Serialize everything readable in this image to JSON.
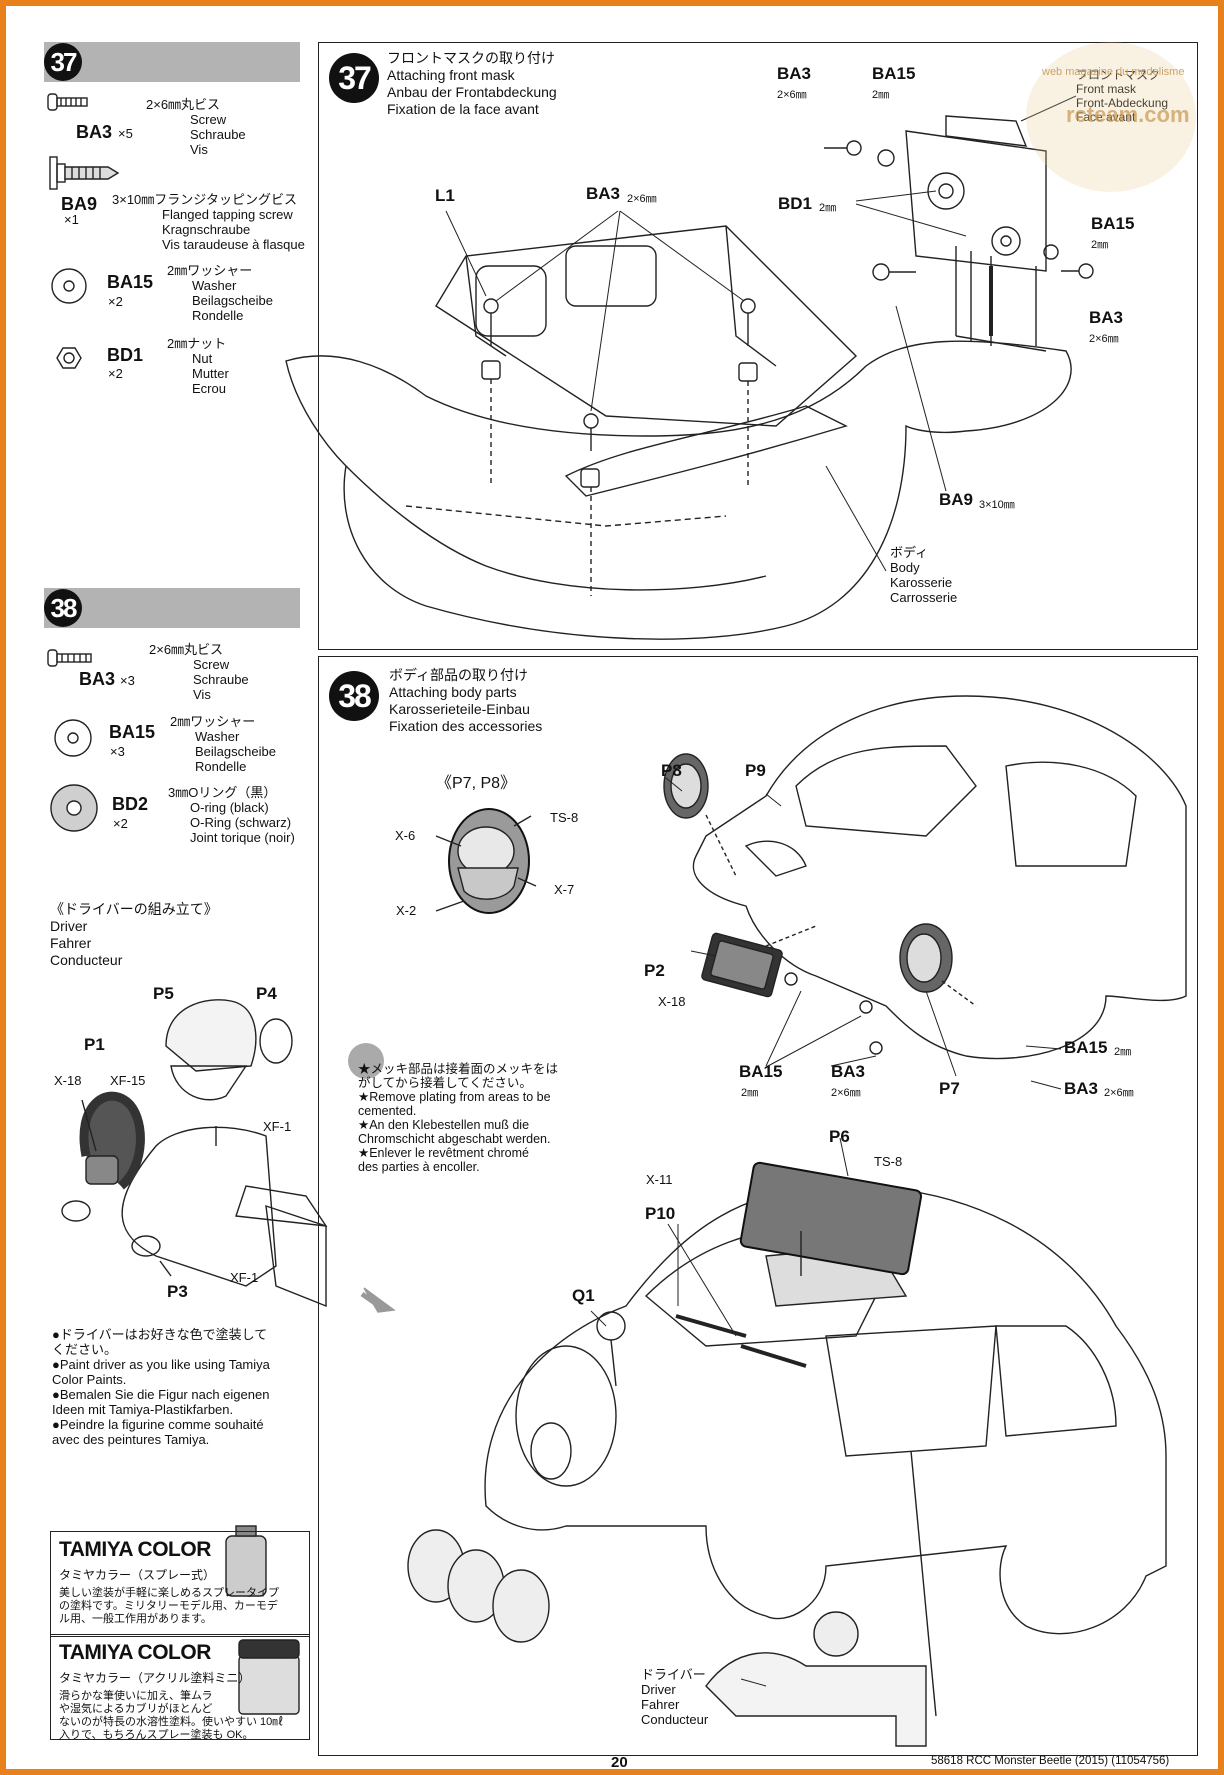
{
  "watermark": {
    "line1": "web magazine du modelisme",
    "line2": "rcteam.com"
  },
  "step37": {
    "number": "37",
    "title": {
      "jp": "フロントマスクの取り付け",
      "en": "Attaching front mask",
      "de": "Anbau der Frontabdeckung",
      "fr": "Fixation de la face avant"
    },
    "parts": [
      {
        "code": "BA3",
        "qty": "×5",
        "desc": [
          "2×6㎜丸ビス",
          "Screw",
          "Schraube",
          "Vis"
        ]
      },
      {
        "code": "BA9",
        "qty": "×1",
        "desc": [
          "3×10㎜フランジタッピングビス",
          "Flanged tapping screw",
          "Kragnschraube",
          "Vis taraudeuse à flasque"
        ]
      },
      {
        "code": "BA15",
        "qty": "×2",
        "desc": [
          "2㎜ワッシャー",
          "Washer",
          "Beilagscheibe",
          "Rondelle"
        ]
      },
      {
        "code": "BD1",
        "qty": "×2",
        "desc": [
          "2㎜ナット",
          "Nut",
          "Mutter",
          "Ecrou"
        ]
      }
    ],
    "labels": {
      "l1": "L1",
      "ba3_center": "BA3",
      "ba3_center_size": "2×6㎜",
      "ba3_top": "BA3",
      "ba3_top_size": "2×6㎜",
      "ba15_top": "BA15",
      "ba15_top_size": "2㎜",
      "bd1": "BD1",
      "bd1_size": "2㎜",
      "ba15_right": "BA15",
      "ba15_right_size": "2㎜",
      "ba3_right": "BA3",
      "ba3_right_size": "2×6㎜",
      "ba9": "BA9",
      "ba9_size": "3×10㎜",
      "body": [
        "ボディ",
        "Body",
        "Karosserie",
        "Carrosserie"
      ],
      "front_mask": [
        "フロントマスク",
        "Front mask",
        "Front-Abdeckung",
        "Face avant"
      ]
    }
  },
  "step38": {
    "number": "38",
    "title": {
      "jp": "ボディ部品の取り付け",
      "en": "Attaching body parts",
      "de": "Karosserieteile-Einbau",
      "fr": "Fixation des accessories"
    },
    "parts": [
      {
        "code": "BA3",
        "qty": "×3",
        "desc": [
          "2×6㎜丸ビス",
          "Screw",
          "Schraube",
          "Vis"
        ]
      },
      {
        "code": "BA15",
        "qty": "×3",
        "desc": [
          "2㎜ワッシャー",
          "Washer",
          "Beilagscheibe",
          "Rondelle"
        ]
      },
      {
        "code": "BD2",
        "qty": "×2",
        "desc": [
          "3㎜Oリング（黒）",
          "O-ring (black)",
          "O-Ring (schwarz)",
          "Joint torique (noir)"
        ]
      }
    ],
    "driver": {
      "heading": [
        "《ドライバーの組み立て》",
        "Driver",
        "Fahrer",
        "Conducteur"
      ],
      "labels": {
        "p5": "P5",
        "p4": "P4",
        "p1": "P1",
        "x18": "X-18",
        "xf15": "XF-15",
        "xf1a": "XF-1",
        "p3": "P3",
        "xf1b": "XF-1"
      }
    },
    "paint_note": [
      "●ドライバーはお好きな色で塗装して",
      "ください。",
      "●Paint driver as you like using Tamiya",
      "Color Paints.",
      "●Bemalen Sie die Figur nach eigenen",
      "Ideen mit Tamiya-Plastikfarben.",
      "●Peindre la figurine comme souhaité",
      "avec des peintures Tamiya."
    ],
    "lens": {
      "heading": "《P7, P8》",
      "ts8": "TS-8",
      "x6": "X-6",
      "x7": "X-7",
      "x2": "X-2"
    },
    "plating_note": [
      "★メッキ部品は接着面のメッキをは",
      "がしてから接着してください。",
      "★Remove plating from areas to be",
      "cemented.",
      "★An den Klebestellen muß die",
      "Chromschicht abgeschabt werden.",
      "★Enlever le revêtment chromé",
      "des parties à encoller."
    ],
    "labels": {
      "p8": "P8",
      "p9": "P9",
      "p2": "P2",
      "x18": "X-18",
      "ba15a": "BA15",
      "ba15a_size": "2㎜",
      "ba3a": "BA3",
      "ba3a_size": "2×6㎜",
      "p7": "P7",
      "ba15b": "BA15",
      "ba15b_size": "2㎜",
      "ba3b": "BA3",
      "ba3b_size": "2×6㎜",
      "p6": "P6",
      "ts8": "TS-8",
      "x11": "X-11",
      "p10": "P10",
      "q1": "Q1",
      "driver": [
        "ドライバー",
        "Driver",
        "Fahrer",
        "Conducteur"
      ]
    }
  },
  "tamiya_spray": {
    "brand": "TAMIYA COLOR",
    "sub": "タミヤカラー（スプレー式）",
    "text": [
      "美しい塗装が手軽に楽しめるスプレータイプ",
      "の塗料です。ミリタリーモデル用、カーモデ",
      "ル用、一般工作用があります。"
    ]
  },
  "tamiya_acrylic": {
    "brand": "TAMIYA COLOR",
    "sub": "タミヤカラー（アクリル塗料ミニ）",
    "text": [
      "滑らかな筆使いに加え、筆ムラ",
      "や湿気によるカブリがほとんど",
      "ないのが特長の水溶性塗料。使いやすい 10㎖",
      "入りで、もちろんスプレー塗装も OK。"
    ]
  },
  "footer": {
    "page": "20",
    "model": "58618 RCC Monster Beetle (2015) (11054756)"
  }
}
